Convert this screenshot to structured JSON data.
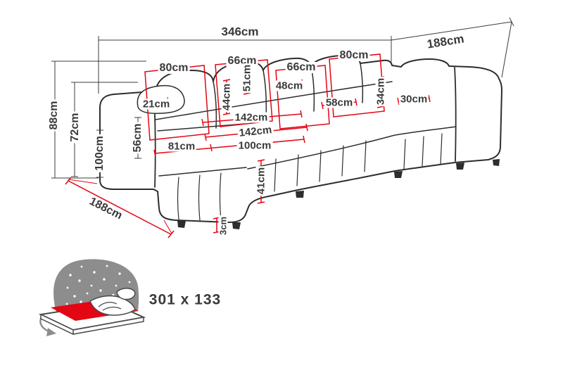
{
  "colors": {
    "dimension_red": "#e30613",
    "line_dark": "#3c3c3c",
    "sofa_outline": "#2d2d2d",
    "icon_gray": "#8d8d8d",
    "mattress_red": "#e30613",
    "background": "#ffffff"
  },
  "icons": {
    "sofa_bed_icon": "sofa-bed-with-sleeping-function"
  },
  "diagram": {
    "dims": {
      "overall_width": "346cm",
      "depth_top_right": "188cm",
      "depth_side_left": "188cm",
      "height_total": "88cm",
      "backrest_height": "72cm",
      "left_depth_inner": "100cm",
      "seat_height": "56cm",
      "armrest_left_width": "21cm",
      "armrest_right_width": "30cm",
      "seat_width_1": "80cm",
      "seat_width_2": "66cm",
      "seat_width_3": "66cm",
      "seat_width_4": "80cm",
      "back_cushion_height_mid": "51cm",
      "back_cushion_width_left": "44cm",
      "back_cushion_width_mid": "48cm",
      "seat_depth": "58cm",
      "back_cushion_height_right": "34cm",
      "inner_width_back": "142cm",
      "inner_width_front": "142cm",
      "chaise_width": "81cm",
      "chaise_length": "100cm",
      "seat_front_height": "41cm",
      "leg_height": "3cm"
    },
    "sleeping_area": {
      "size": "301 x 133"
    }
  }
}
